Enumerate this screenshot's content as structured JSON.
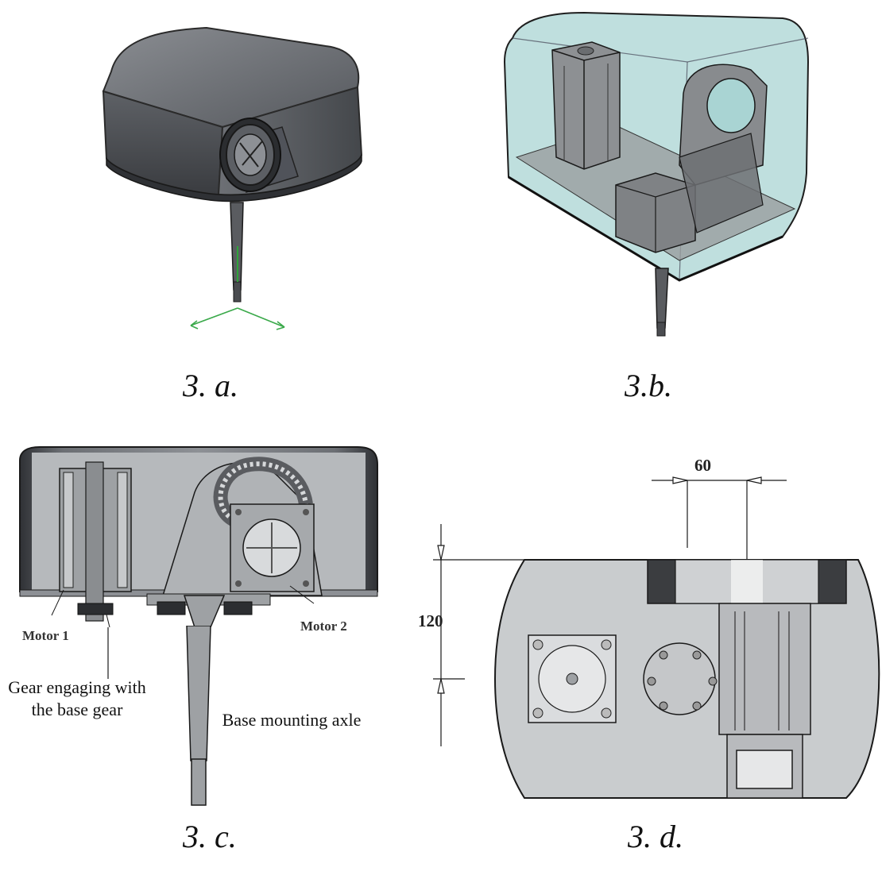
{
  "figure": {
    "panels": [
      {
        "id": "a",
        "caption": "3. a."
      },
      {
        "id": "b",
        "caption": "3.b."
      },
      {
        "id": "c",
        "caption": "3. c."
      },
      {
        "id": "d",
        "caption": "3. d."
      }
    ]
  },
  "panel_c": {
    "motor1_label": "Motor 1",
    "motor2_label": "Motor 2",
    "gear_callout": "Gear engaging with the base gear",
    "axle_callout": "Base mounting axle"
  },
  "panel_d": {
    "dim_horizontal": "60",
    "dim_vertical": "120"
  },
  "colors": {
    "housing_dark": "#4a4d52",
    "housing_mid": "#6b6e73",
    "glass_teal": "#9ecfcf",
    "panel_bg_grey": "#c9ccce",
    "line": "#1a1a1a"
  }
}
